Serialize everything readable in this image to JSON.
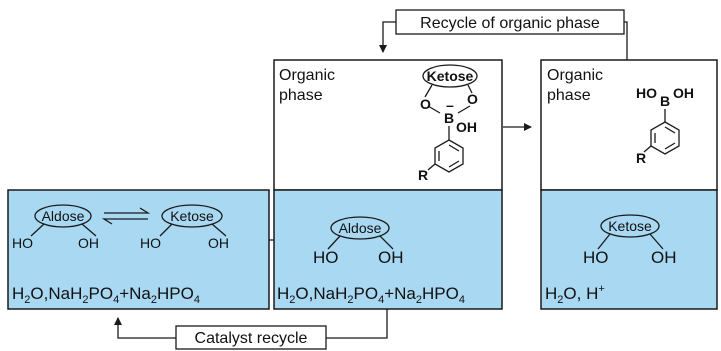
{
  "labels": {
    "recycle_organic": "Recycle of organic phase",
    "catalyst_recycle": "Catalyst recycle"
  },
  "box1": {
    "aldose": "Aldose",
    "ketose": "Ketose",
    "ho": "HO",
    "oh": "OH",
    "buffer": {
      "p1": "H",
      "s1": "2",
      "p2": "O,NaH",
      "s2": "2",
      "p3": "PO",
      "s3": "4",
      "p4": "+Na",
      "s4": "2",
      "p5": "HPO",
      "s5": "4"
    }
  },
  "box2": {
    "organic_line1": "Organic",
    "organic_line2": "phase",
    "ketose": "Ketose",
    "o": "O",
    "minus": "–",
    "b": "B",
    "oh": "OH",
    "r": "R",
    "aldose": "Aldose",
    "ho": "HO",
    "buffer": {
      "p1": "H",
      "s1": "2",
      "p2": "O,NaH",
      "s2": "2",
      "p3": "PO",
      "s3": "4",
      "p4": "+Na",
      "s4": "2",
      "p5": "HPO",
      "s5": "4"
    }
  },
  "box3": {
    "organic_line1": "Organic",
    "organic_line2": "phase",
    "ho": "HO",
    "b": "B",
    "oh": "OH",
    "r": "R",
    "ketose": "Ketose",
    "aq_main": "H",
    "aq_sub": "2",
    "aq_rest": "O, H",
    "aq_sup": "+"
  },
  "colors": {
    "aqueous": "#a9d8f2",
    "line": "#1a1a1a"
  }
}
